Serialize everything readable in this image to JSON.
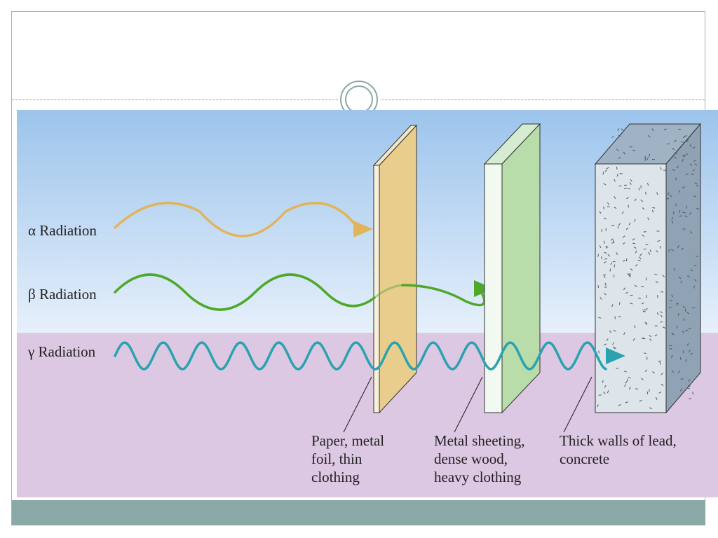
{
  "radiation": {
    "alpha": {
      "symbol": "α",
      "label": "Radiation",
      "color": "#e2b45a"
    },
    "beta": {
      "symbol": "β",
      "label": "Radiation",
      "color": "#4fa82a"
    },
    "gamma": {
      "symbol": "γ",
      "label": "Radiation",
      "color": "#2aa2b0"
    }
  },
  "barriers": {
    "paper": {
      "lines": [
        "Paper, metal",
        "foil, thin",
        "clothing"
      ],
      "face_color": "#e8cd8c"
    },
    "metal": {
      "lines": [
        "Metal sheeting,",
        "dense wood,",
        "heavy clothing"
      ],
      "face_color": "#b9dcab"
    },
    "concrete": {
      "lines": [
        "Thick walls of lead,",
        "concrete"
      ],
      "face_color": "#dde5ea"
    }
  },
  "colors": {
    "sky_top": "#9cc4ec",
    "sky_bottom": "#e6f0fb",
    "ground": "#dcc8e2",
    "theme_teal": "#8aa8a6"
  }
}
